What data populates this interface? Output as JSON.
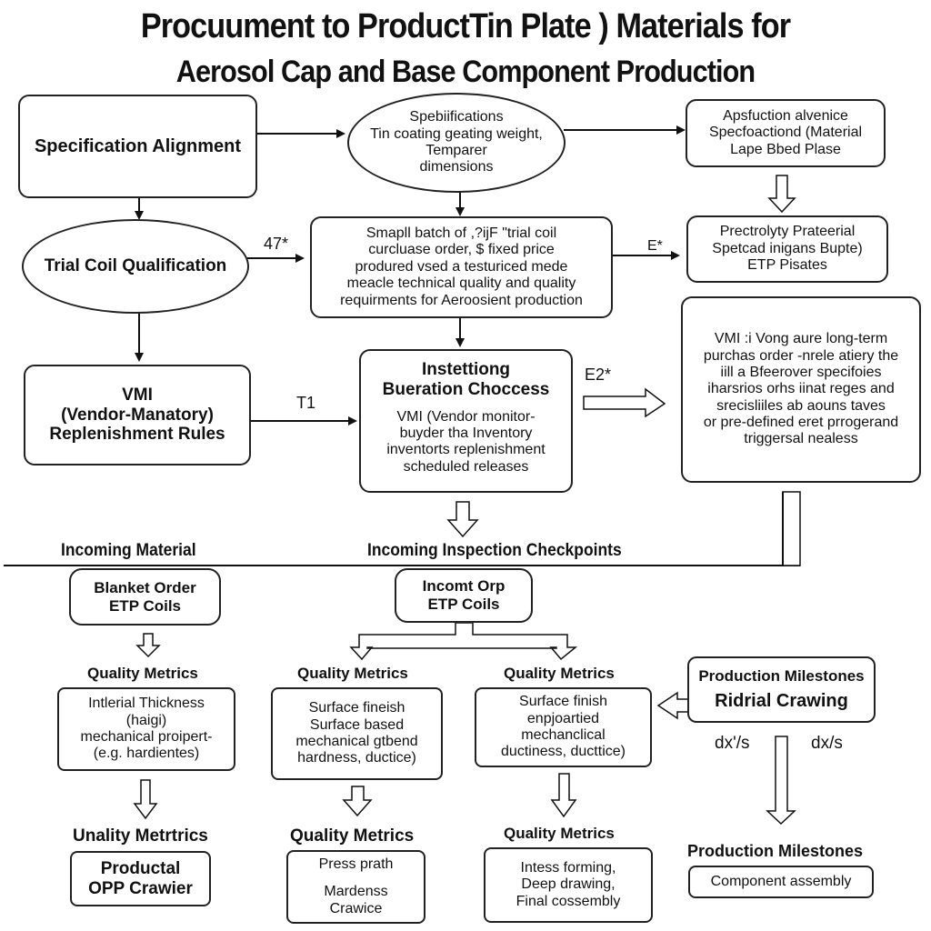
{
  "title": {
    "line1": "Procuument to ProductTin Plate ) Materials for",
    "line2": "Aerosol Cap and Base Component Production"
  },
  "nodes": {
    "spec_alignment": "Specification Alignment",
    "specifications": [
      "Spebiifications",
      "Tin coating geating weight,",
      "Temparer",
      "dimensions"
    ],
    "application_box": [
      "Apsfuction alvenice",
      "Specfoactiond (Material",
      "Lape Bbed Plase"
    ],
    "trial_coil": "Trial Coil Qualification",
    "small_batch": [
      "Smapll batch of ,?ĳF \"trial coil",
      "curcluase order, $ fixed price",
      "produred vsed a testuriced mede",
      "meacle technical quality and quality",
      "requirments for Aeroosient production"
    ],
    "prectrolyty": [
      "Prectrolyty Prateerial",
      "Spetcad inigans Bupte)",
      "ETP Pisates"
    ],
    "vmi_rules": [
      "VMI",
      "(Vendor-Manatory)",
      "Replenishment Rules"
    ],
    "instetting_title": [
      "Instettiong",
      "Bueration Choccess"
    ],
    "instetting_body": [
      "VMI (Vendor monitor-",
      "buyder tha Inventory",
      "inventorts replenishment",
      "scheduled releases"
    ],
    "vmi_long": [
      "VMI :i Vong aure long-term",
      "purchas order -nrele atiery the",
      "iill a Bfeerover specifoies",
      "iharsrios orhs iinat reges and",
      "srecisliiles ab aouns taves",
      "or pre-defined eret prrogerand",
      "triggersal nealess"
    ],
    "blanket_order": [
      "Blanket Order",
      "ETP Coils"
    ],
    "incomt_orp": [
      "Incomt Orp",
      "ETP Coils"
    ],
    "qm1_body": [
      "Intlerial Thickness",
      "(haigi)",
      "mechanical proipert-",
      "(e.g. hardientes)"
    ],
    "qm2_body": [
      "Surface fineish",
      "Surface based",
      "mechanical gtbend",
      "hardness, ductice)"
    ],
    "qm3_body": [
      "Surface finish",
      "enpjoartied",
      "mechanclical",
      "ductiness, ducttice)"
    ],
    "prod_milestones_box": [
      "Production Milestones",
      "Ridrial Crawing"
    ],
    "productal": [
      "Productal",
      "OPP Crawier"
    ],
    "press_prath": [
      "Press prath",
      "Mardenss",
      "Crawice"
    ],
    "intess_forming": [
      "Intess forming,",
      "Deep drawing,",
      "Final cossembly"
    ],
    "component_assembly": "Component assembly"
  },
  "labels": {
    "edge_47": "47*",
    "edge_e": "E*",
    "edge_t1": "T1",
    "edge_e2": "E2*",
    "incoming_material": "Incoming Material",
    "incoming_inspection": "Incoming Inspection Checkpoints",
    "qm_heading_1": "Quality Metrics",
    "qm_heading_2": "Quality Metrics",
    "qm_heading_3": "Quality Metrics",
    "qm_heading_4": "Unality Metrtrics",
    "qm_heading_5": "Quality Metrics",
    "qm_heading_6": "Quality Metrics",
    "prod_milestones_heading": "Production Milestones",
    "dx1": "dx'/s",
    "dx2": "dx/s"
  }
}
